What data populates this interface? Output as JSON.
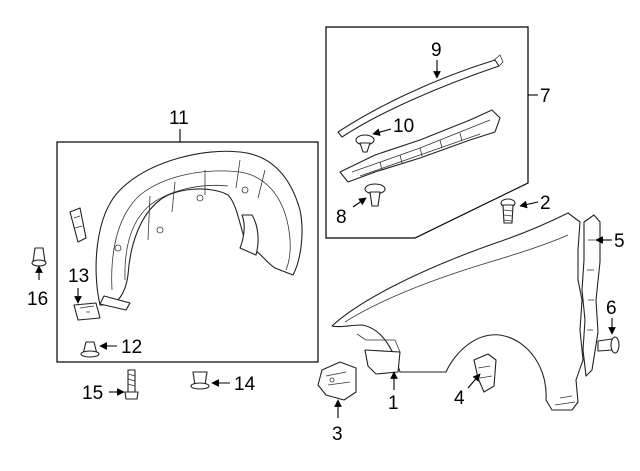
{
  "diagram": {
    "colors": {
      "line": "#222222",
      "background": "#ffffff"
    },
    "callouts": {
      "c1": "1",
      "c2": "2",
      "c3": "3",
      "c4": "4",
      "c5": "5",
      "c6": "6",
      "c7": "7",
      "c8": "8",
      "c9": "9",
      "c10": "10",
      "c11": "11",
      "c12": "12",
      "c13": "13",
      "c14": "14",
      "c15": "15",
      "c16": "16"
    }
  }
}
